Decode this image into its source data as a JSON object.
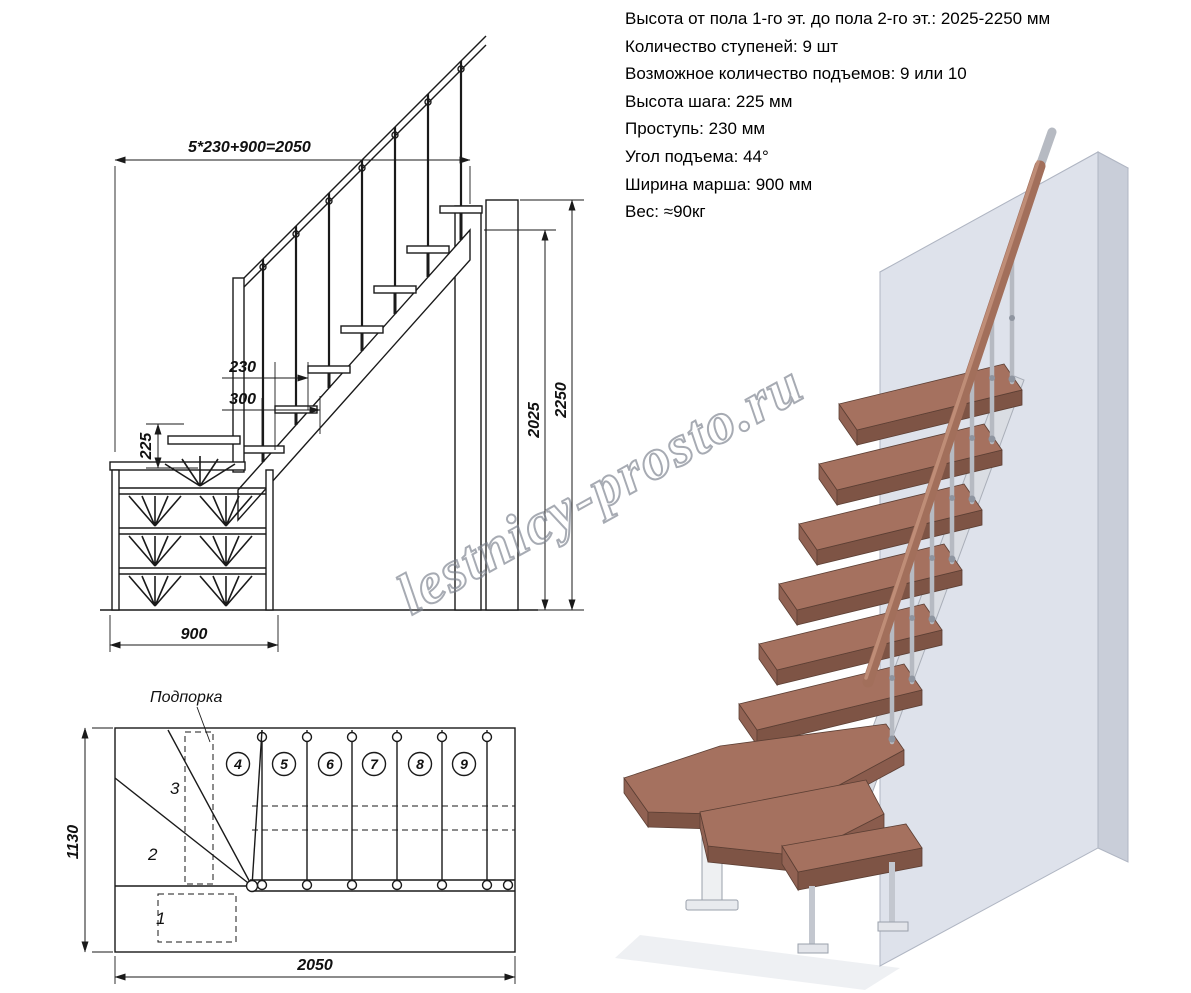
{
  "specs": {
    "lines": [
      "Высота от пола 1-го эт. до пола 2-го эт.: 2025-2250 мм",
      "Количество ступеней: 9 шт",
      "Возможное количество подъемов: 9 или 10",
      "Высота шага: 225 мм",
      "Проступь: 230 мм",
      "Угол подъема: 44°",
      "Ширина марша: 900 мм",
      "Вес: ≈90кг"
    ]
  },
  "elevation": {
    "dims": {
      "total_run": "5*230+900=2050",
      "tread_depth": "230",
      "bottom_tread": "300",
      "riser_height": "225",
      "floor_height_max": "2250",
      "floor_height_min": "2025",
      "march_width": "900"
    }
  },
  "plan": {
    "support_label": "Подпорка",
    "dims": {
      "depth": "1130",
      "length": "2050"
    },
    "steps": [
      "1",
      "2",
      "3",
      "4",
      "5",
      "6",
      "7",
      "8",
      "9"
    ]
  },
  "watermark": {
    "text": "lestnicy-prosto.ru"
  },
  "colors": {
    "wood": "#a5715f",
    "metal": "#b6bac2",
    "wall": "#dee2eb",
    "line": "#1a1a1a"
  }
}
